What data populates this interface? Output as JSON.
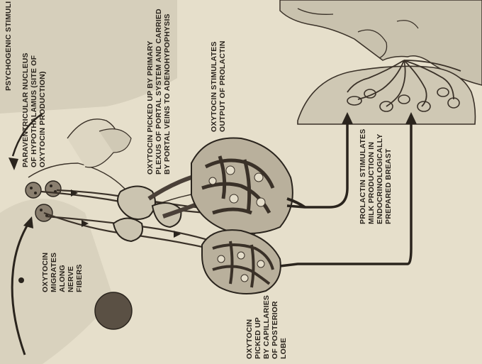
{
  "labels": {
    "psychogenic": [
      "PSYCHOGENIC STIMULI"
    ],
    "paraventricular": [
      "PARAVENTRICULAR NUCLEUS",
      "OF HYPOTHALAMUS (SITE OF",
      "OXYTOCIN PRODUCTION)"
    ],
    "portal": [
      "OXYTOCIN PICKED UP BY PRIMARY",
      "PLEXUS OF PORTAL SYSTEM AND CARRIED",
      "BY PORTAL VEINS TO ADENOHYPOPHYSIS"
    ],
    "prolactin_output": [
      "OXYTOCIN STIMULATES",
      "OUTPUT OF PROLACTIN"
    ],
    "migrates": [
      "OXYTOCIN",
      "MIGRATES",
      "ALONG",
      "NERVE",
      "FIBERS"
    ],
    "posterior": [
      "OXYTOCIN",
      "PICKED UP",
      "BY CAPILLARIES",
      "OF POSTERIOR",
      "LOBE"
    ],
    "milk": [
      "PROLACTIN STIMULATES",
      "MILK PRODUCTION IN",
      "ENDOCRINOLOGICALLY",
      "PREPARED BREAST"
    ]
  },
  "colors": {
    "paper": "#e6dfcb",
    "ink": "#2a241d",
    "vessel": "#4a4038",
    "tissue": "#b9b09c",
    "breast": "#cfc8b4"
  }
}
